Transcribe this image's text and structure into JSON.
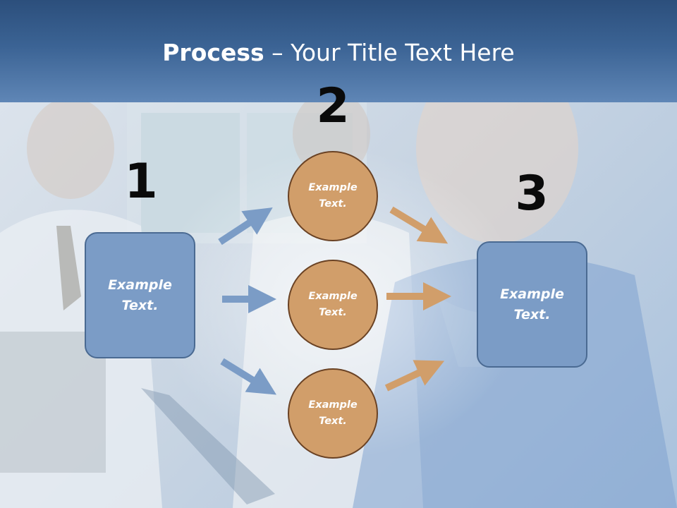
{
  "slide": {
    "title_bold": "Process",
    "title_rest": " – Your Title Text Here"
  },
  "steps": {
    "one": "1",
    "two": "2",
    "three": "3"
  },
  "left_box": {
    "text": "Example Text."
  },
  "circles": [
    {
      "text": "Example Text."
    },
    {
      "text": "Example Text."
    },
    {
      "text": "Example Text."
    }
  ],
  "right_box": {
    "text": "Example Text."
  },
  "colors": {
    "header": "#3b6394",
    "box_fill": "#7b9cc6",
    "box_border": "#4a6a92",
    "circle_fill": "#d19e6a",
    "circle_border": "#6a4224",
    "arrow_blue": "#7b9cc6",
    "arrow_orange": "#d19e6a"
  }
}
